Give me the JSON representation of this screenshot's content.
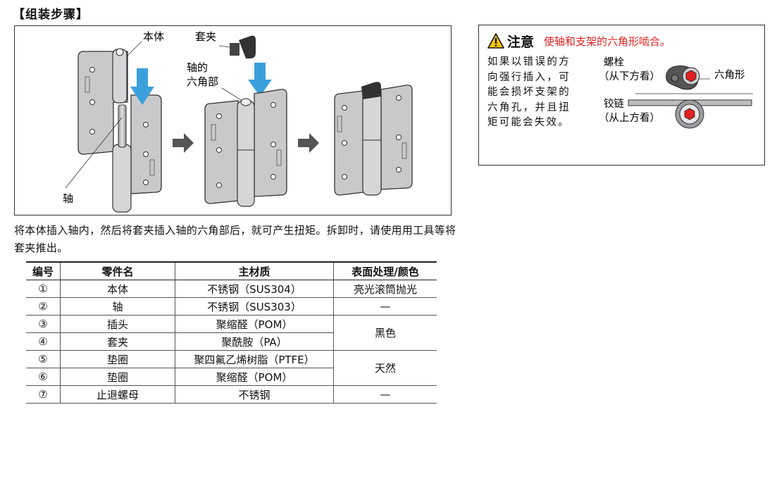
{
  "section_title": "【组装步骤】",
  "assembly": {
    "labels": {
      "body": "本体",
      "clip": "套夹",
      "hex_line1": "轴的",
      "hex_line2": "六角部",
      "shaft": "轴"
    }
  },
  "description": "将本体插入轴内，然后将套夹插入轴的六角部后，就可产生扭矩。拆卸时，请使用用工具等将套夹推出。",
  "caution": {
    "title": "注意",
    "message": "使轴和支架的六角形啮合。",
    "text": "如果以错误的方向强行插入，可能会损坏支架的六角孔，并且扭矩可能会失效。",
    "bolt_label": "螺栓",
    "bolt_view": "（从下方看）",
    "hex_label": "六角形",
    "hinge_label": "铰链",
    "hinge_view": "（从上方看）"
  },
  "table": {
    "headers": [
      "编号",
      "零件名",
      "主材质",
      "表面处理/颜色"
    ],
    "rows": [
      {
        "no": "①",
        "name": "本体",
        "material": "不锈钢（SUS304）",
        "finish": "亮光滚筒抛光"
      },
      {
        "no": "②",
        "name": "轴",
        "material": "不锈钢（SUS303）",
        "finish": "—"
      },
      {
        "no": "③",
        "name": "插头",
        "material": "聚缩醛（POM）",
        "finish": "黑色"
      },
      {
        "no": "④",
        "name": "套夹",
        "material": "聚酰胺（PA）",
        "finish": ""
      },
      {
        "no": "⑤",
        "name": "垫圈",
        "material": "聚四氟乙烯树脂（PTFE）",
        "finish": "天然"
      },
      {
        "no": "⑥",
        "name": "垫圈",
        "material": "聚缩醛（POM）",
        "finish": ""
      },
      {
        "no": "⑦",
        "name": "止退螺母",
        "material": "不锈钢",
        "finish": "—"
      }
    ]
  },
  "colors": {
    "arrow_blue": "#3aa0dc",
    "leaf_gray": "#c9c9cc",
    "warning_red": "#e0201e",
    "hex_red": "#e02020"
  }
}
